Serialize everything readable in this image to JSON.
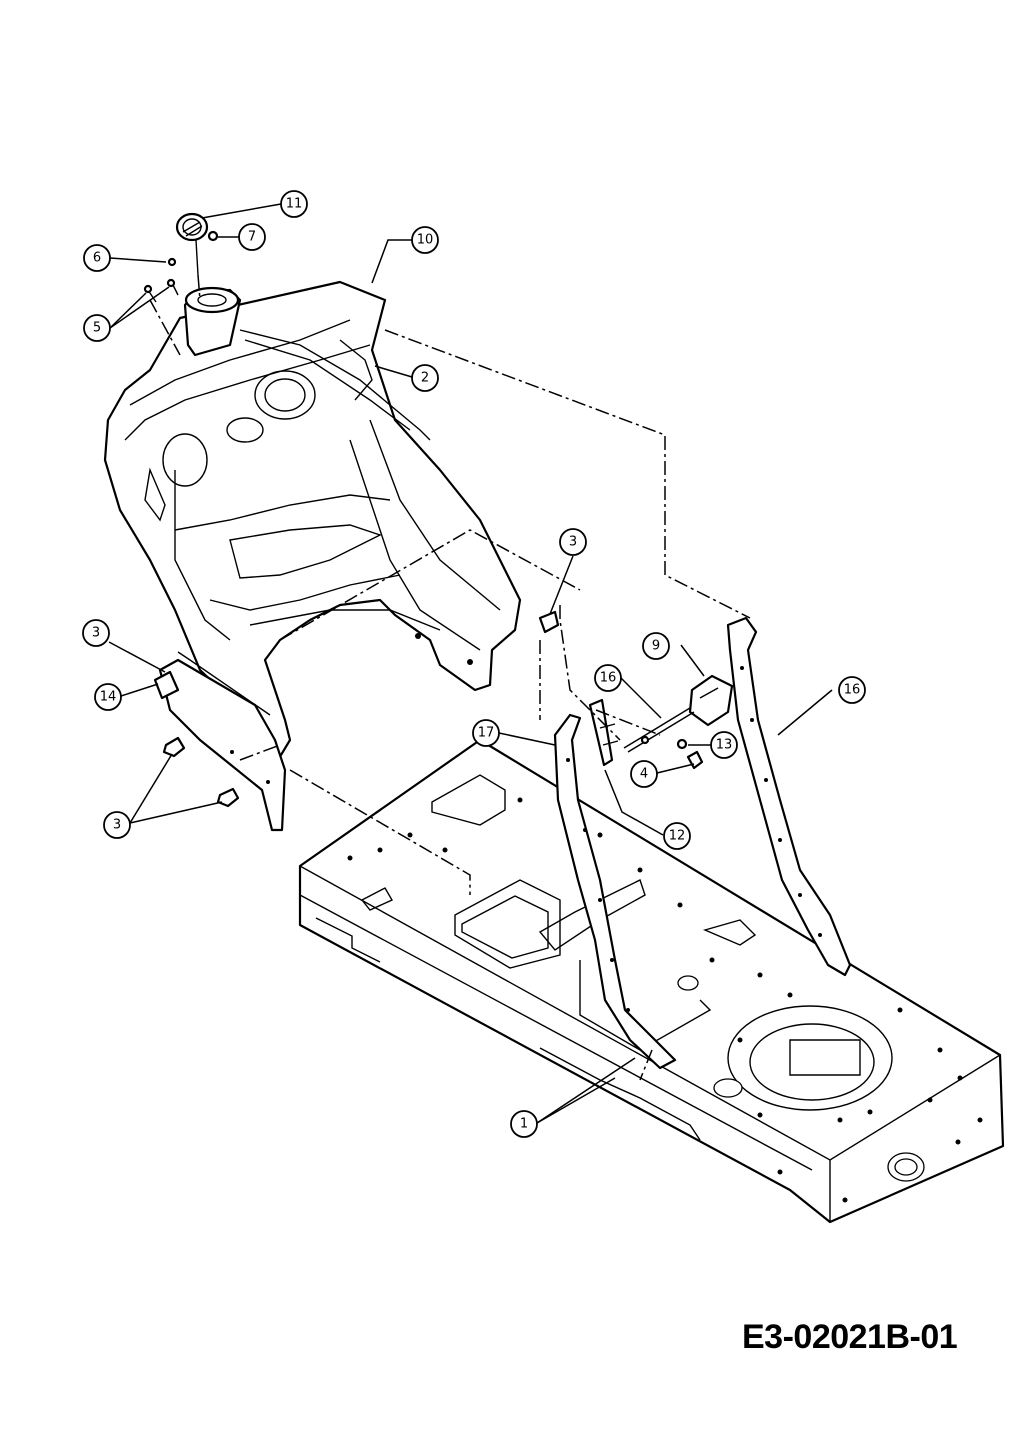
{
  "drawing_code": "E3-02021B-01",
  "callouts": [
    {
      "id": "c1",
      "label": "1"
    },
    {
      "id": "c2",
      "label": "2"
    },
    {
      "id": "c3a",
      "label": "3"
    },
    {
      "id": "c3b",
      "label": "3"
    },
    {
      "id": "c3c",
      "label": "3"
    },
    {
      "id": "c4",
      "label": "4"
    },
    {
      "id": "c5",
      "label": "5"
    },
    {
      "id": "c6",
      "label": "6"
    },
    {
      "id": "c7",
      "label": "7"
    },
    {
      "id": "c9",
      "label": "9"
    },
    {
      "id": "c10",
      "label": "10"
    },
    {
      "id": "c11",
      "label": "11"
    },
    {
      "id": "c12",
      "label": "12"
    },
    {
      "id": "c13",
      "label": "13"
    },
    {
      "id": "c14",
      "label": "14"
    },
    {
      "id": "c16a",
      "label": "16"
    },
    {
      "id": "c16b",
      "label": "16"
    },
    {
      "id": "c17",
      "label": "17"
    }
  ]
}
